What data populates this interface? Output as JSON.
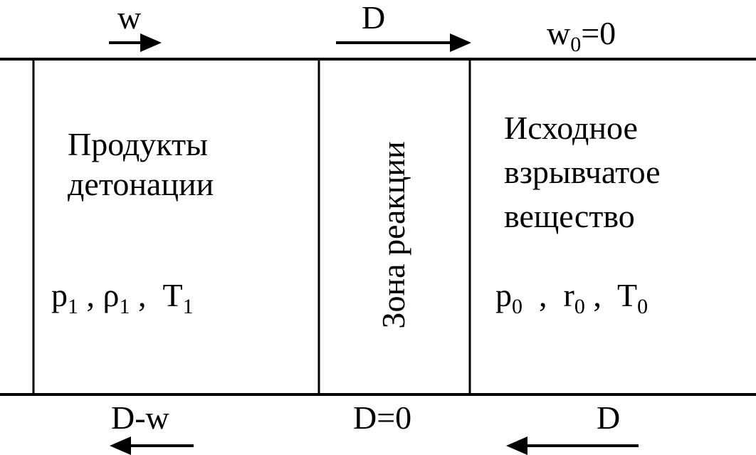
{
  "top_labels": {
    "w": "w",
    "D": "D",
    "w0_main": "w",
    "w0_sub": "0",
    "w0_tail": "=0"
  },
  "bottom_labels": {
    "dw": "D-w",
    "d0": "D=0",
    "d": "D"
  },
  "zones": {
    "products": {
      "line1": "Продукты",
      "line2": "детонации"
    },
    "reaction": {
      "label": "Зона реакции"
    },
    "initial": {
      "line1": "Исходное",
      "line2": "взрывчатое",
      "line3": "вещество"
    }
  },
  "params_left": {
    "p": "p",
    "p_sub": "1",
    "sep1": " , ",
    "rho": "ρ",
    "rho_sub": "1",
    "sep2": " ,  ",
    "t": "T",
    "t_sub": "1"
  },
  "params_right": {
    "p": "p",
    "p_sub": "0",
    "sep1": "  ,  ",
    "r": "r",
    "r_sub": "0",
    "sep2": " ,  ",
    "t": "T",
    "t_sub": "0"
  },
  "colors": {
    "line": "#000000",
    "background": "#ffffff"
  }
}
